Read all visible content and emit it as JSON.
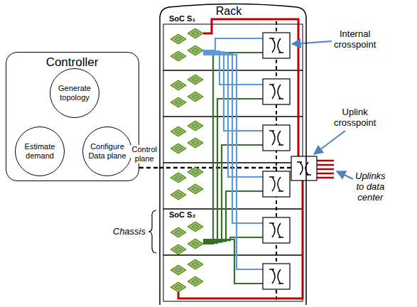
{
  "diagram": {
    "nodes": [
      {
        "text": [
          "Controller"
        ]
      },
      {
        "text": [
          "Generate topology"
        ],
        "in": 0
      },
      {
        "text": [
          "Configure Data plane"
        ],
        "in": 0
      },
      {
        "text": [
          "Estimate demand"
        ],
        "in": 0
      },
      {
        "text": [
          "Rack"
        ]
      }
    ],
    "edges": [
      {
        "from": 1,
        "to": 2,
        "arrow": "to"
      },
      {
        "from": 2,
        "to": 3,
        "arrow": "to"
      },
      {
        "from": 3,
        "to": 1,
        "arrow": "to"
      },
      {
        "from": 0,
        "to": 4,
        "label": "Control plane",
        "arrow": "none"
      }
    ],
    "labels": [
      "SoC S₁",
      "SoC S₂",
      "Chassis",
      "Internal crosspoint",
      "Uplink crosspoint",
      "Uplinks to data center"
    ]
  }
}
